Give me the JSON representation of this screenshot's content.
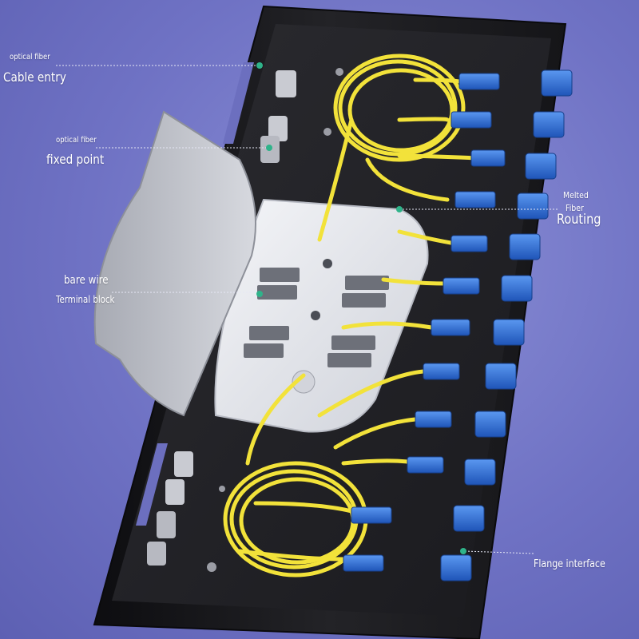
{
  "labels": {
    "cable_entry_small": "optical fiber",
    "cable_entry": "Cable entry",
    "fixed_point_small": "optical fiber",
    "fixed_point": "fixed point",
    "bare_wire": "bare wire",
    "terminal_block": "Terminal block",
    "melted_line1": "Melted",
    "melted_line2": "Fiber",
    "routing": "Routing",
    "flange_interface": "Flange interface"
  },
  "colors": {
    "background": "#7275c8",
    "enclosure": "#1c1c1f",
    "enclosure_inner": "#2a2a2e",
    "fiber_yellow": "#f2e23a",
    "adapter_blue": "#2f6fd6",
    "tray_white": "#e9ebf0",
    "marker_dot": "#2fb38a"
  },
  "adapters": {
    "count": 12
  }
}
